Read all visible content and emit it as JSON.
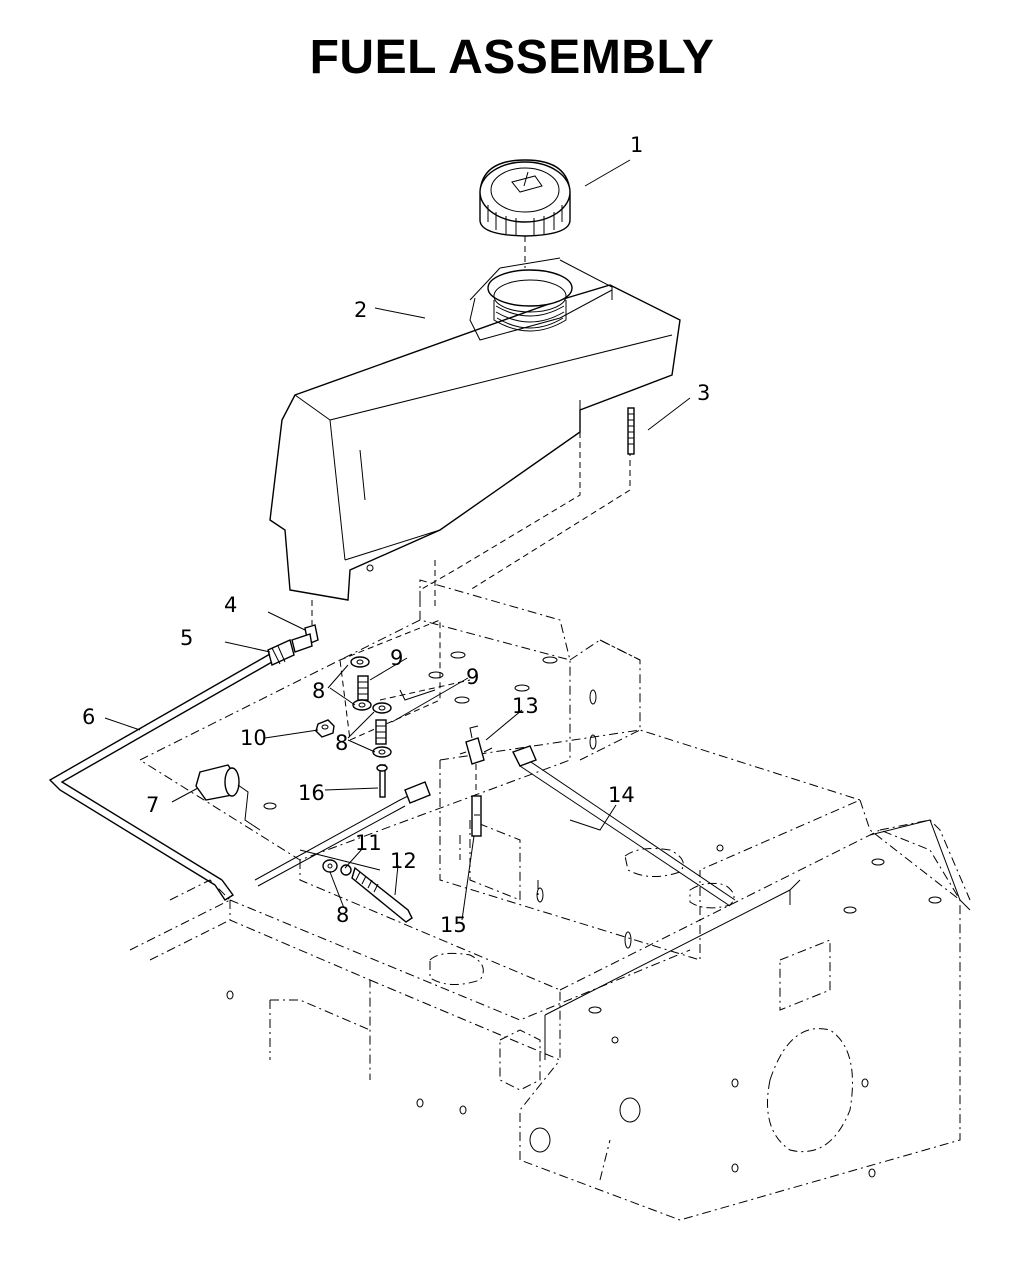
{
  "title": "FUEL ASSEMBLY",
  "callouts": {
    "c1": "1",
    "c2": "2",
    "c3": "3",
    "c4": "4",
    "c5": "5",
    "c6": "6",
    "c7": "7",
    "c8a": "8",
    "c8b": "8",
    "c8c": "8",
    "c9a": "9",
    "c9b": "9",
    "c10": "10",
    "c11": "11",
    "c12": "12",
    "c13": "13",
    "c14": "14",
    "c15": "15",
    "c16": "16"
  }
}
